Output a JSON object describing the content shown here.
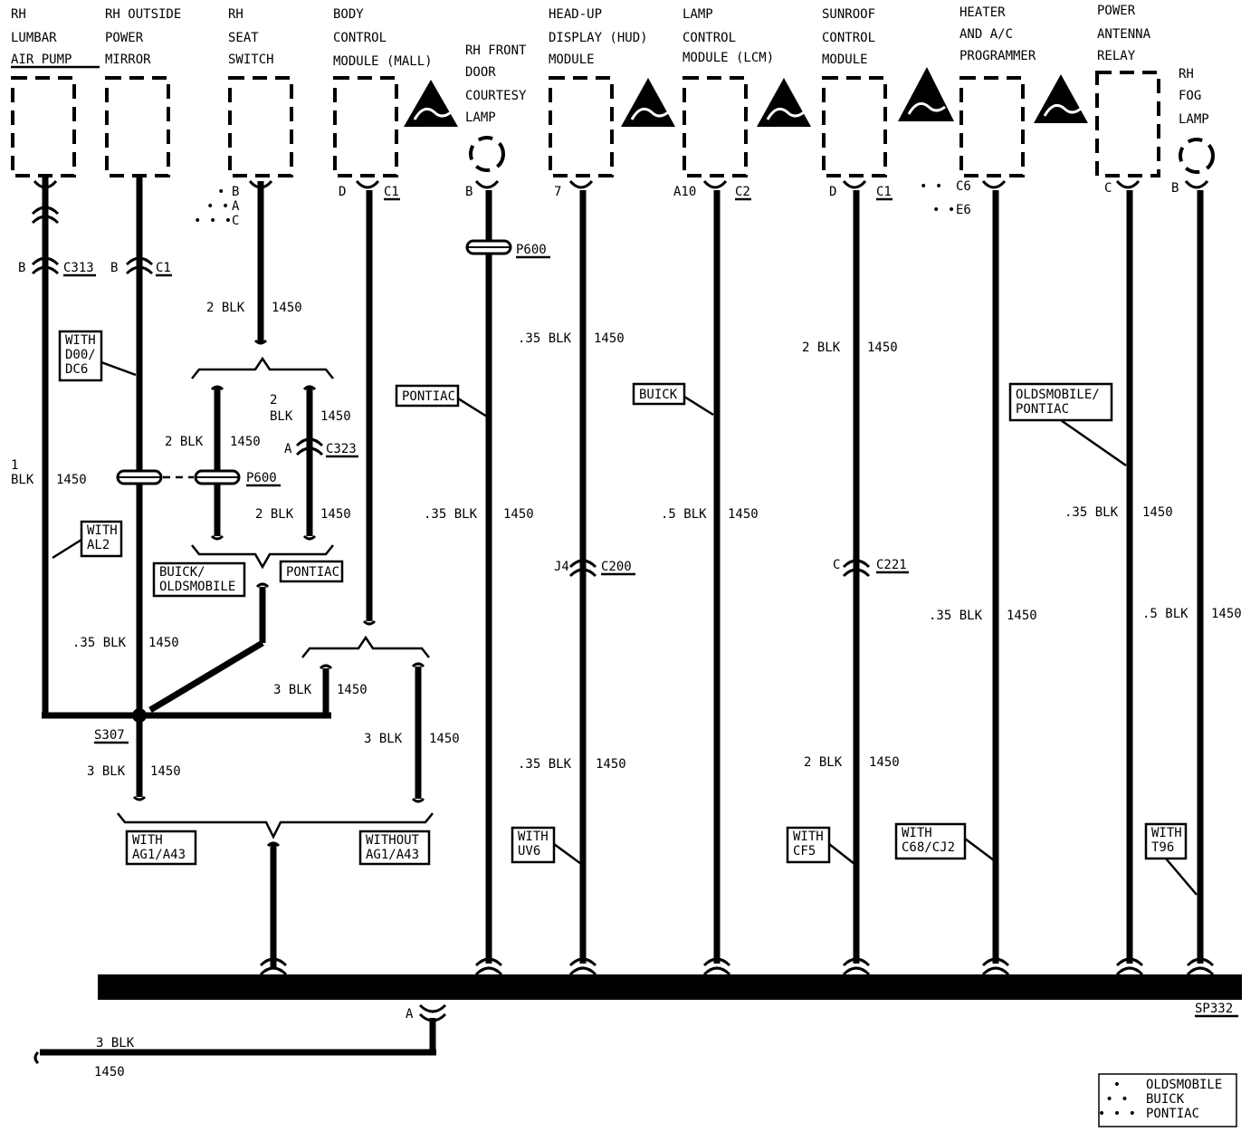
{
  "components": [
    {
      "id": "lumbar",
      "lines": [
        "RH",
        "LUMBAR",
        "AIR PUMP"
      ],
      "pin": "B"
    },
    {
      "id": "mirror",
      "lines": [
        "RH OUTSIDE",
        "POWER",
        "MIRROR"
      ],
      "pin": ""
    },
    {
      "id": "seat",
      "lines": [
        "RH",
        "SEAT",
        "SWITCH"
      ],
      "pin": ""
    },
    {
      "id": "bcm",
      "lines": [
        "BODY",
        "CONTROL",
        "MODULE (MALL)"
      ],
      "pin": "D",
      "conn": "C1"
    },
    {
      "id": "door",
      "lines": [
        "RH FRONT",
        "DOOR",
        "COURTESY",
        "LAMP"
      ],
      "pin": "B"
    },
    {
      "id": "hud",
      "lines": [
        "HEAD-UP",
        "DISPLAY (HUD)",
        "MODULE"
      ],
      "pin": "7"
    },
    {
      "id": "lcm",
      "lines": [
        "LAMP",
        "CONTROL",
        "MODULE (LCM)"
      ],
      "pin": "A10",
      "conn": "C2"
    },
    {
      "id": "sunroof",
      "lines": [
        "SUNROOF",
        "CONTROL",
        "MODULE"
      ],
      "pin": "D",
      "conn": "C1"
    },
    {
      "id": "hvac",
      "lines": [
        "HEATER",
        "AND A/C",
        "PROGRAMMER"
      ],
      "pin_a": "C6",
      "pin_b": "E6"
    },
    {
      "id": "antenna",
      "lines": [
        "POWER",
        "ANTENNA",
        "RELAY"
      ],
      "pin": "C"
    },
    {
      "id": "fog",
      "lines": [
        "RH",
        "FOG",
        "LAMP"
      ],
      "pin": "B"
    }
  ],
  "seat_pins": [
    "B",
    "A",
    "C"
  ],
  "connectors": {
    "c313": "C313",
    "c1": "C1",
    "p600": "P600",
    "c323": "C323",
    "c200": "C200",
    "c221": "C221",
    "b": "B",
    "a": "A",
    "j4": "J4",
    "c": "C"
  },
  "wires": {
    "w2blk": "2 BLK",
    "w1450": "1450",
    "w35blk": ".35 BLK",
    "w5blk": ".5 BLK",
    "w3blk": "3 BLK",
    "w1": "1",
    "wblk": "BLK",
    "w2": "2"
  },
  "notes": {
    "with_doo": [
      "WITH",
      "D00/",
      "DC6"
    ],
    "with_al2": [
      "WITH",
      "AL2"
    ],
    "buick_olds": [
      "BUICK/",
      "OLDSMOBILE"
    ],
    "pontiac": "PONTIAC",
    "buick": "BUICK",
    "olds_pontiac": [
      "OLDSMOBILE/",
      "PONTIAC"
    ],
    "with_ag1": [
      "WITH",
      "AG1/A43"
    ],
    "without_ag1": [
      "WITHOUT",
      "AG1/A43"
    ],
    "with_uv6": [
      "WITH",
      "UV6"
    ],
    "with_cf5": [
      "WITH",
      "CF5"
    ],
    "with_c68": [
      "WITH",
      "C68/CJ2"
    ],
    "with_t96": [
      "WITH",
      "T96"
    ]
  },
  "splices": {
    "s307": "S307",
    "sp332": "SP332"
  },
  "legend": [
    {
      "dots": "•",
      "label": "OLDSMOBILE"
    },
    {
      "dots": "• •",
      "label": "BUICK"
    },
    {
      "dots": "• • •",
      "label": "PONTIAC"
    }
  ]
}
